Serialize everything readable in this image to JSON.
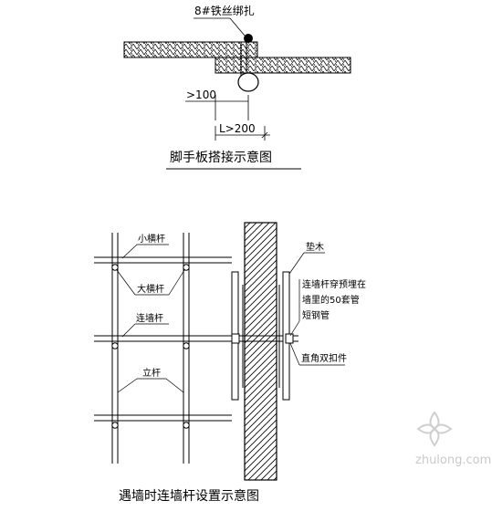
{
  "top_figure": {
    "wire_label": "8#铁丝绑扎",
    "dim_overlap": ">100",
    "dim_length": "L>200",
    "caption": "脚手板搭接示意图"
  },
  "bottom_figure": {
    "label_small_bar": "小横杆",
    "label_big_bar": "大横杆",
    "label_wall_bar": "连墙杆",
    "label_post": "立杆",
    "label_wood_pad": "垫木",
    "label_embed_1": "连墙杆穿预埋在",
    "label_embed_2": "墙里的50套管",
    "label_embed_3": "短钢管",
    "label_coupler": "直角双扣件",
    "caption": "遇墙时连墙杆设置示意图"
  },
  "watermark": {
    "text": "zhulong.com"
  }
}
